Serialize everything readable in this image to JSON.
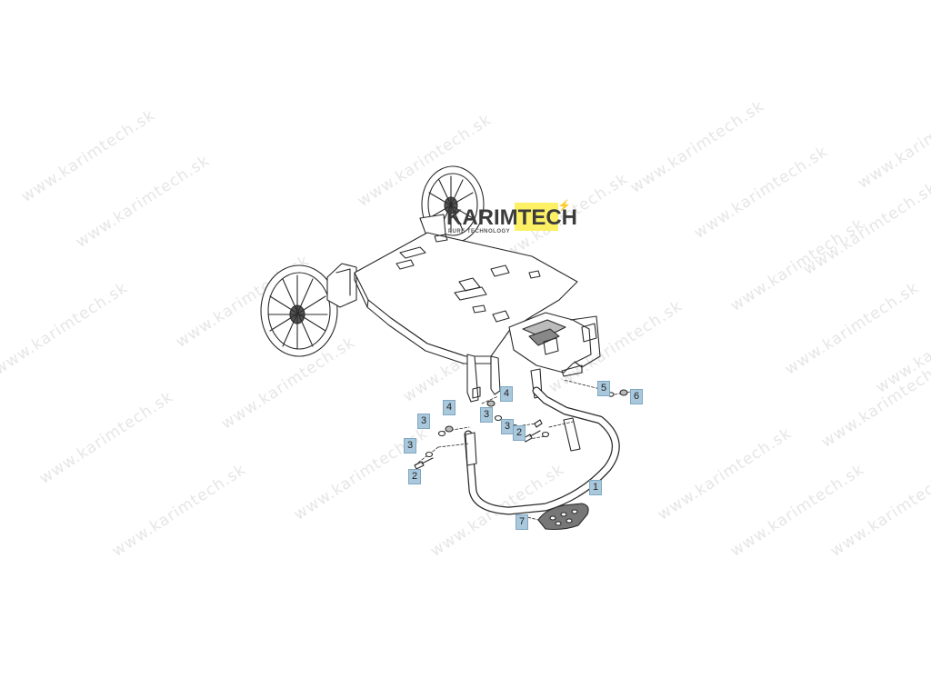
{
  "watermark": {
    "text": "www.karimtech.sk",
    "color": "#e6e6e6"
  },
  "logo": {
    "name": "KARIMTECH",
    "tagline": "PURE TECHNOLOGY",
    "highlight_color": "#fbef4a",
    "accent_color": "#f2b21c"
  },
  "callouts": [
    {
      "id": "callout-1",
      "label": "1"
    },
    {
      "id": "callout-2a",
      "label": "2"
    },
    {
      "id": "callout-2b",
      "label": "2"
    },
    {
      "id": "callout-3a",
      "label": "3"
    },
    {
      "id": "callout-3b",
      "label": "3"
    },
    {
      "id": "callout-3c",
      "label": "3"
    },
    {
      "id": "callout-3d",
      "label": "3"
    },
    {
      "id": "callout-4a",
      "label": "4"
    },
    {
      "id": "callout-4b",
      "label": "4"
    },
    {
      "id": "callout-5",
      "label": "5"
    },
    {
      "id": "callout-6",
      "label": "6"
    },
    {
      "id": "callout-7",
      "label": "7"
    }
  ],
  "callout_color": "#a9c8dc"
}
